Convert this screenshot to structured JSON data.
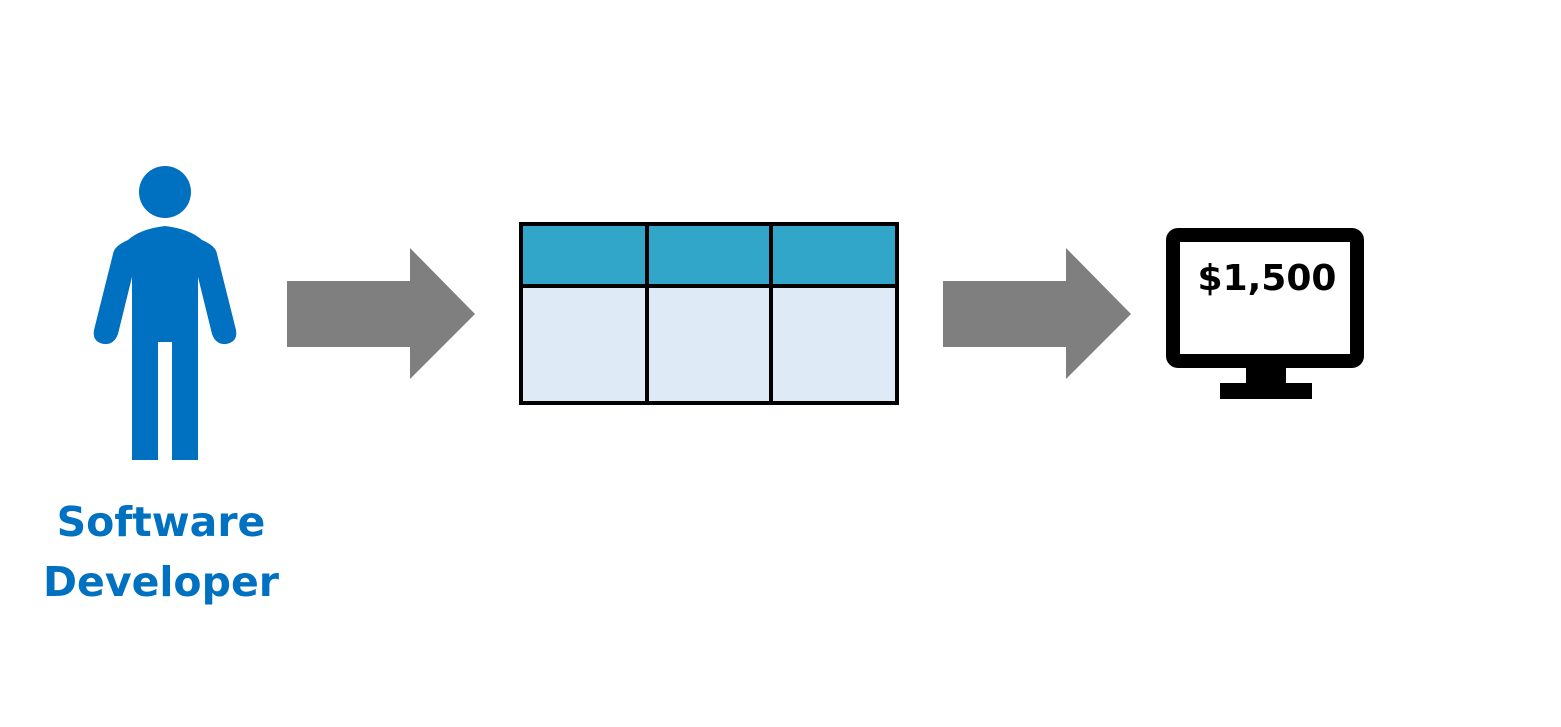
{
  "person": {
    "label_line1": "Software",
    "label_line2": "Developer",
    "icon": "person-icon",
    "color": "#0070c0"
  },
  "arrows": {
    "icon": "right-arrow-icon",
    "color": "#7f7f7f"
  },
  "table": {
    "icon": "table-icon",
    "header_color": "#31a6c9",
    "body_color": "#deeaf5",
    "columns": 3
  },
  "monitor": {
    "icon": "monitor-icon",
    "price": "$1,500"
  }
}
